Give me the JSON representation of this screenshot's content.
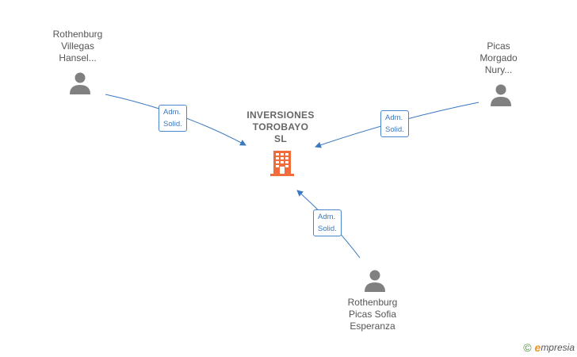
{
  "company": {
    "name_lines": [
      "INVERSIONES",
      "TOROBAYO",
      "SL"
    ],
    "icon": "building-icon",
    "color": "#f26b3a"
  },
  "persons": [
    {
      "id": "p1",
      "name_lines": [
        "Rothenburg",
        "Villegas",
        "Hansel..."
      ],
      "icon": "person-icon"
    },
    {
      "id": "p2",
      "name_lines": [
        "Picas",
        "Morgado",
        "Nury..."
      ],
      "icon": "person-icon"
    },
    {
      "id": "p3",
      "name_lines": [
        "Rothenburg",
        "Picas Sofia",
        "Esperanza"
      ],
      "icon": "person-icon"
    }
  ],
  "edges": [
    {
      "from": "p1",
      "role_lines": [
        "Adm.",
        "Solid."
      ]
    },
    {
      "from": "p2",
      "role_lines": [
        "Adm.",
        "Solid."
      ]
    },
    {
      "from": "p3",
      "role_lines": [
        "Adm.",
        "Solid."
      ]
    }
  ],
  "footer": {
    "copyright_symbol": "©",
    "brand_initial": "e",
    "brand_rest": "mpresia"
  },
  "colors": {
    "edge": "#3a78c2",
    "person": "#808080",
    "company": "#f26b3a"
  }
}
